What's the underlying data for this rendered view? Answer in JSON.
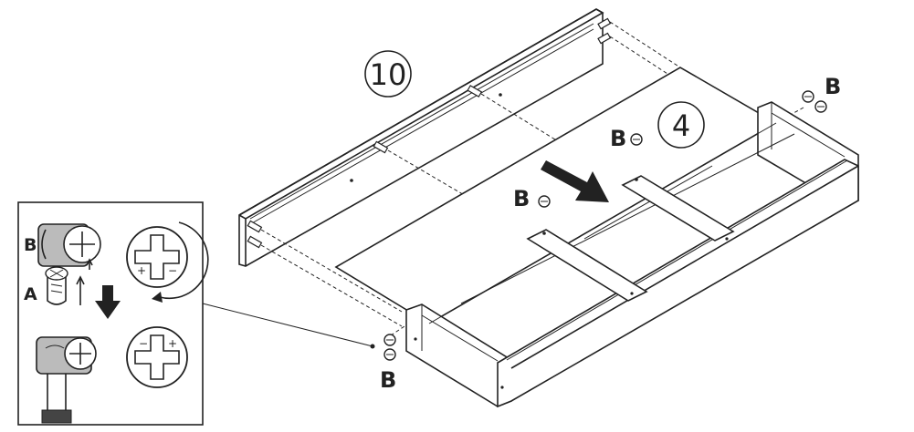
{
  "step_number_board": "10",
  "step_number_drawer": "4",
  "labels": {
    "cam_b": "B",
    "inset_a": "A",
    "inset_b": "B"
  },
  "icons": [
    "arrow-right-icon",
    "screwdriver-clockwise-icon",
    "screwdriver-counterclockwise-icon",
    "arrow-down-icon"
  ]
}
